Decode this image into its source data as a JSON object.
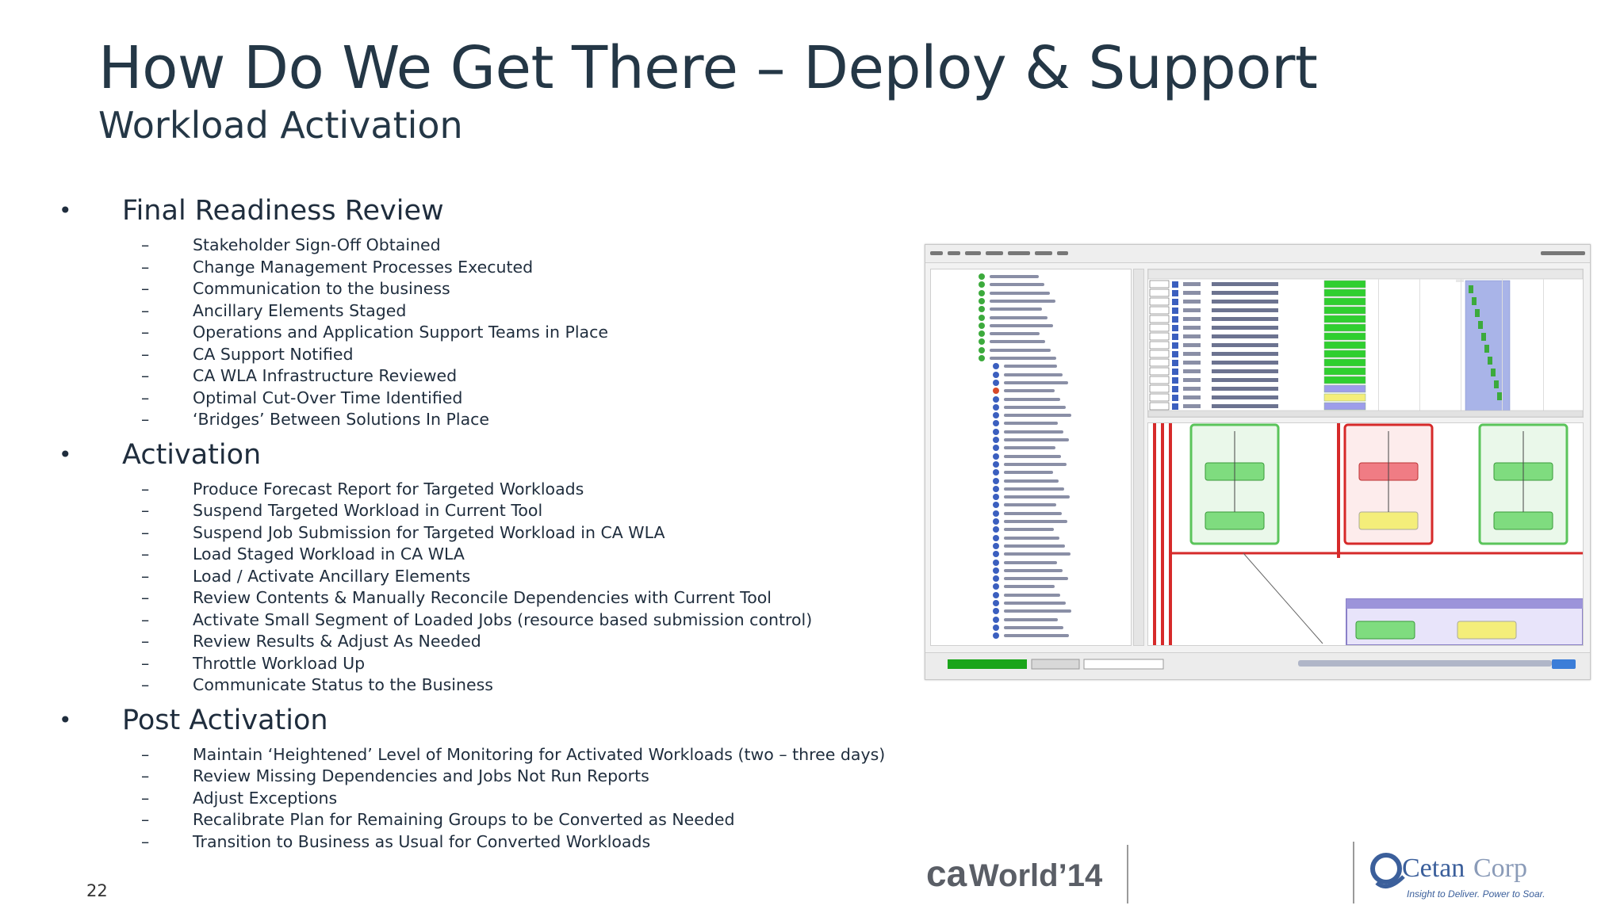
{
  "slide": {
    "title": "How Do We Get There – Deploy & Support",
    "subtitle": "Workload Activation",
    "page_number": "22"
  },
  "sections": [
    {
      "title": "Final Readiness Review",
      "items": [
        "Stakeholder Sign-Off Obtained",
        "Change Management Processes Executed",
        "Communication to the business",
        "Ancillary Elements Staged",
        "Operations and Application Support Teams in Place",
        "CA Support Notified",
        "CA WLA Infrastructure Reviewed",
        "Optimal Cut-Over Time Identified",
        "‘Bridges’ Between Solutions In Place"
      ]
    },
    {
      "title": "Activation",
      "items": [
        "Produce Forecast Report for Targeted Workloads",
        "Suspend Targeted Workload in Current Tool",
        "Suspend Job Submission for Targeted Workload in CA WLA",
        "Load Staged Workload in CA WLA",
        "Load / Activate Ancillary Elements",
        "Review Contents & Manually Reconcile Dependencies with Current Tool",
        "Activate Small Segment of Loaded Jobs (resource based submission control)",
        "Review Results & Adjust As Needed",
        "Throttle Workload Up",
        "Communicate Status to the Business"
      ]
    },
    {
      "title": "Post Activation",
      "items": [
        "Maintain ‘Heightened’ Level of Monitoring for Activated Workloads (two – three days)",
        "Review Missing Dependencies and Jobs Not Run Reports",
        "Adjust Exceptions",
        "Recalibrate Plan for Remaining Groups to be Converted as Needed",
        "Transition to Business as Usual for Converted Workloads"
      ]
    }
  ],
  "bullet_glyph": "•",
  "dash_glyph": "–",
  "logos": {
    "caworld": "caWorld’14",
    "cetan_name": "CetanCorp",
    "cetan_tagline": "Insight to Deliver. Power to Soar."
  },
  "screenshot_icons": [
    "tree-view-icon",
    "job-table-icon",
    "job-flow-graph-icon"
  ],
  "colors": {
    "title": "#243746",
    "text": "#1f2d3d",
    "status_green": "#2fcf2f",
    "status_yellow": "#f4ee7a",
    "flow_red": "#d62a2a",
    "flow_green_border": "#5bc45b",
    "flow_pink": "#f07c84",
    "cetan_blue": "#3b5f9b"
  }
}
